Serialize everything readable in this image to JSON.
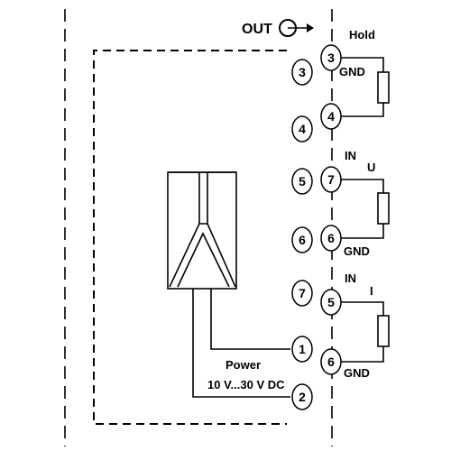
{
  "out": {
    "label": "OUT"
  },
  "hold": {
    "label": "Hold"
  },
  "power": {
    "label": "Power",
    "range": "10 V...30 V DC"
  },
  "inner_terminals": [
    "3",
    "4",
    "5",
    "6",
    "7",
    "1",
    "2"
  ],
  "outer_terminals": {
    "hold_pos": "3",
    "hold_neg": "4",
    "u_in": "7",
    "u_gnd": "6",
    "i_in": "5",
    "i_gnd": "6"
  },
  "labels": {
    "gnd_top": "GND",
    "in_u": "IN",
    "u": "U",
    "gnd_u": "GND",
    "in_i": "IN",
    "i": "I",
    "gnd_i": "GND"
  }
}
